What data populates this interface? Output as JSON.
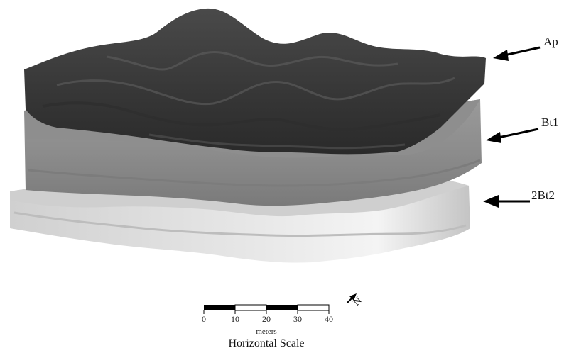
{
  "layers": [
    {
      "label": "Ap"
    },
    {
      "label": "Bt1"
    },
    {
      "label": "2Bt2"
    }
  ],
  "scale_bar": {
    "ticks": [
      "0",
      "10",
      "20",
      "30",
      "40"
    ],
    "units": "meters",
    "caption": "Horizontal Scale"
  },
  "north_label": "N",
  "colors": {
    "ap_layer": "#3c3c3c",
    "bt1_layer": "#8a8a8a",
    "bt2_layer": "#d6d6d6",
    "arrows": "#000000"
  }
}
